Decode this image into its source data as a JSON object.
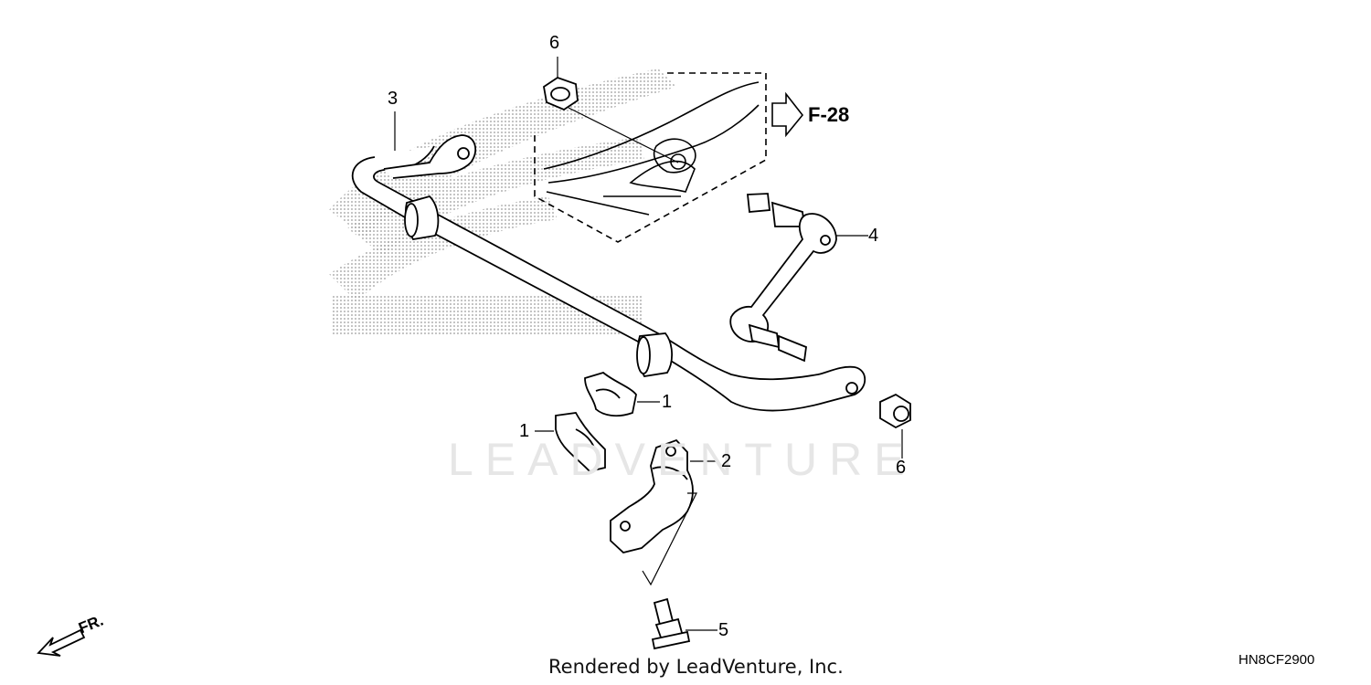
{
  "diagram": {
    "reference": "F-28",
    "direction_label": "FR.",
    "callouts": [
      {
        "id": "c1a",
        "text": "1"
      },
      {
        "id": "c1b",
        "text": "1"
      },
      {
        "id": "c2",
        "text": "2"
      },
      {
        "id": "c3",
        "text": "3"
      },
      {
        "id": "c4",
        "text": "4"
      },
      {
        "id": "c5",
        "text": "5"
      },
      {
        "id": "c6a",
        "text": "6"
      },
      {
        "id": "c6b",
        "text": "6"
      }
    ]
  },
  "watermark": "LEADVENTURE",
  "footer": "Rendered by LeadVenture, Inc.",
  "diagram_code": "HN8CF2900",
  "colors": {
    "line": "#000000",
    "stipple": "#9a9a9a",
    "watermark": "#e6e6e6"
  }
}
